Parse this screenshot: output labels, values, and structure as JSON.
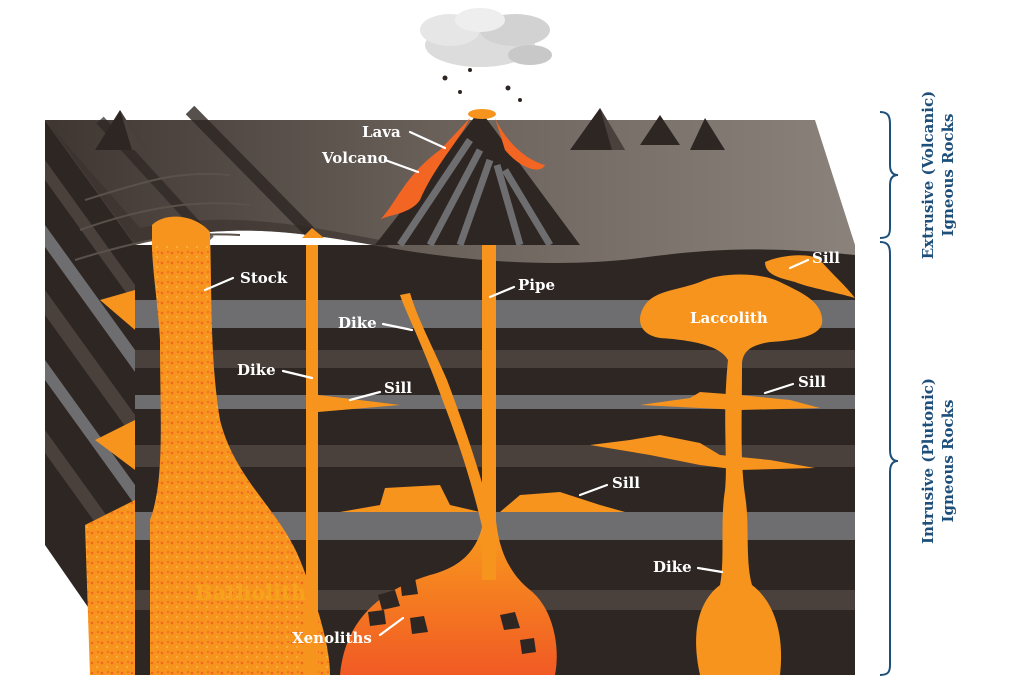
{
  "labels": {
    "lava": "Lava",
    "volcano": "Volcano",
    "stock": "Stock",
    "pipe": "Pipe",
    "dike_left": "Dike",
    "dike_middle": "Dike",
    "dike_right": "Dike",
    "sill_middle": "Sill",
    "sill_lower": "Sill",
    "sill_top_right": "Sill",
    "sill_right": "Sill",
    "laccolith": "Laccolith",
    "batholith": "Batholith",
    "xenoliths": "Xenoliths"
  },
  "side_brackets": {
    "extrusive": [
      "Extrusive (Volcanic)",
      "Igneous Rocks"
    ],
    "intrusive": [
      "Intrusive (Plutonic)",
      "Igneous Rocks"
    ]
  },
  "colors": {
    "magma": "#f7941d",
    "magma_dark": "#f26522",
    "rock_dark": "#2e2623",
    "rock_mid": "#4a403c",
    "rock_gray": "#6e6e70",
    "surface": "#6b625c",
    "bracket": "#1d4f7a"
  }
}
